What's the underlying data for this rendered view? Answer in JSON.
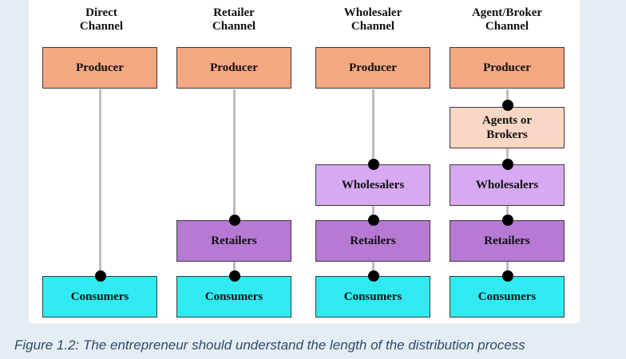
{
  "columns": [
    {
      "title_line1": "Direct",
      "title_line2": "Channel"
    },
    {
      "title_line1": "Retailer",
      "title_line2": "Channel"
    },
    {
      "title_line1": "Wholesaler",
      "title_line2": "Channel"
    },
    {
      "title_line1": "Agent/Broker",
      "title_line2": "Channel"
    }
  ],
  "nodes": {
    "producer": "Producer",
    "agents_line1": "Agents or",
    "agents_line2": "Brokers",
    "wholesalers": "Wholesalers",
    "retailers": "Retailers",
    "consumers": "Consumers"
  },
  "colors": {
    "producer": "#f4a882",
    "agents": "#fad6c4",
    "wholesalers": "#d7a9f0",
    "retailers": "#b679d4",
    "consumers": "#31eaf1",
    "connector_line": "#bdbdbd",
    "connector_dot": "#000000",
    "caption_text": "#2f4a66"
  },
  "caption": "Figure 1.2: The entrepreneur should understand the length of the distribution process"
}
